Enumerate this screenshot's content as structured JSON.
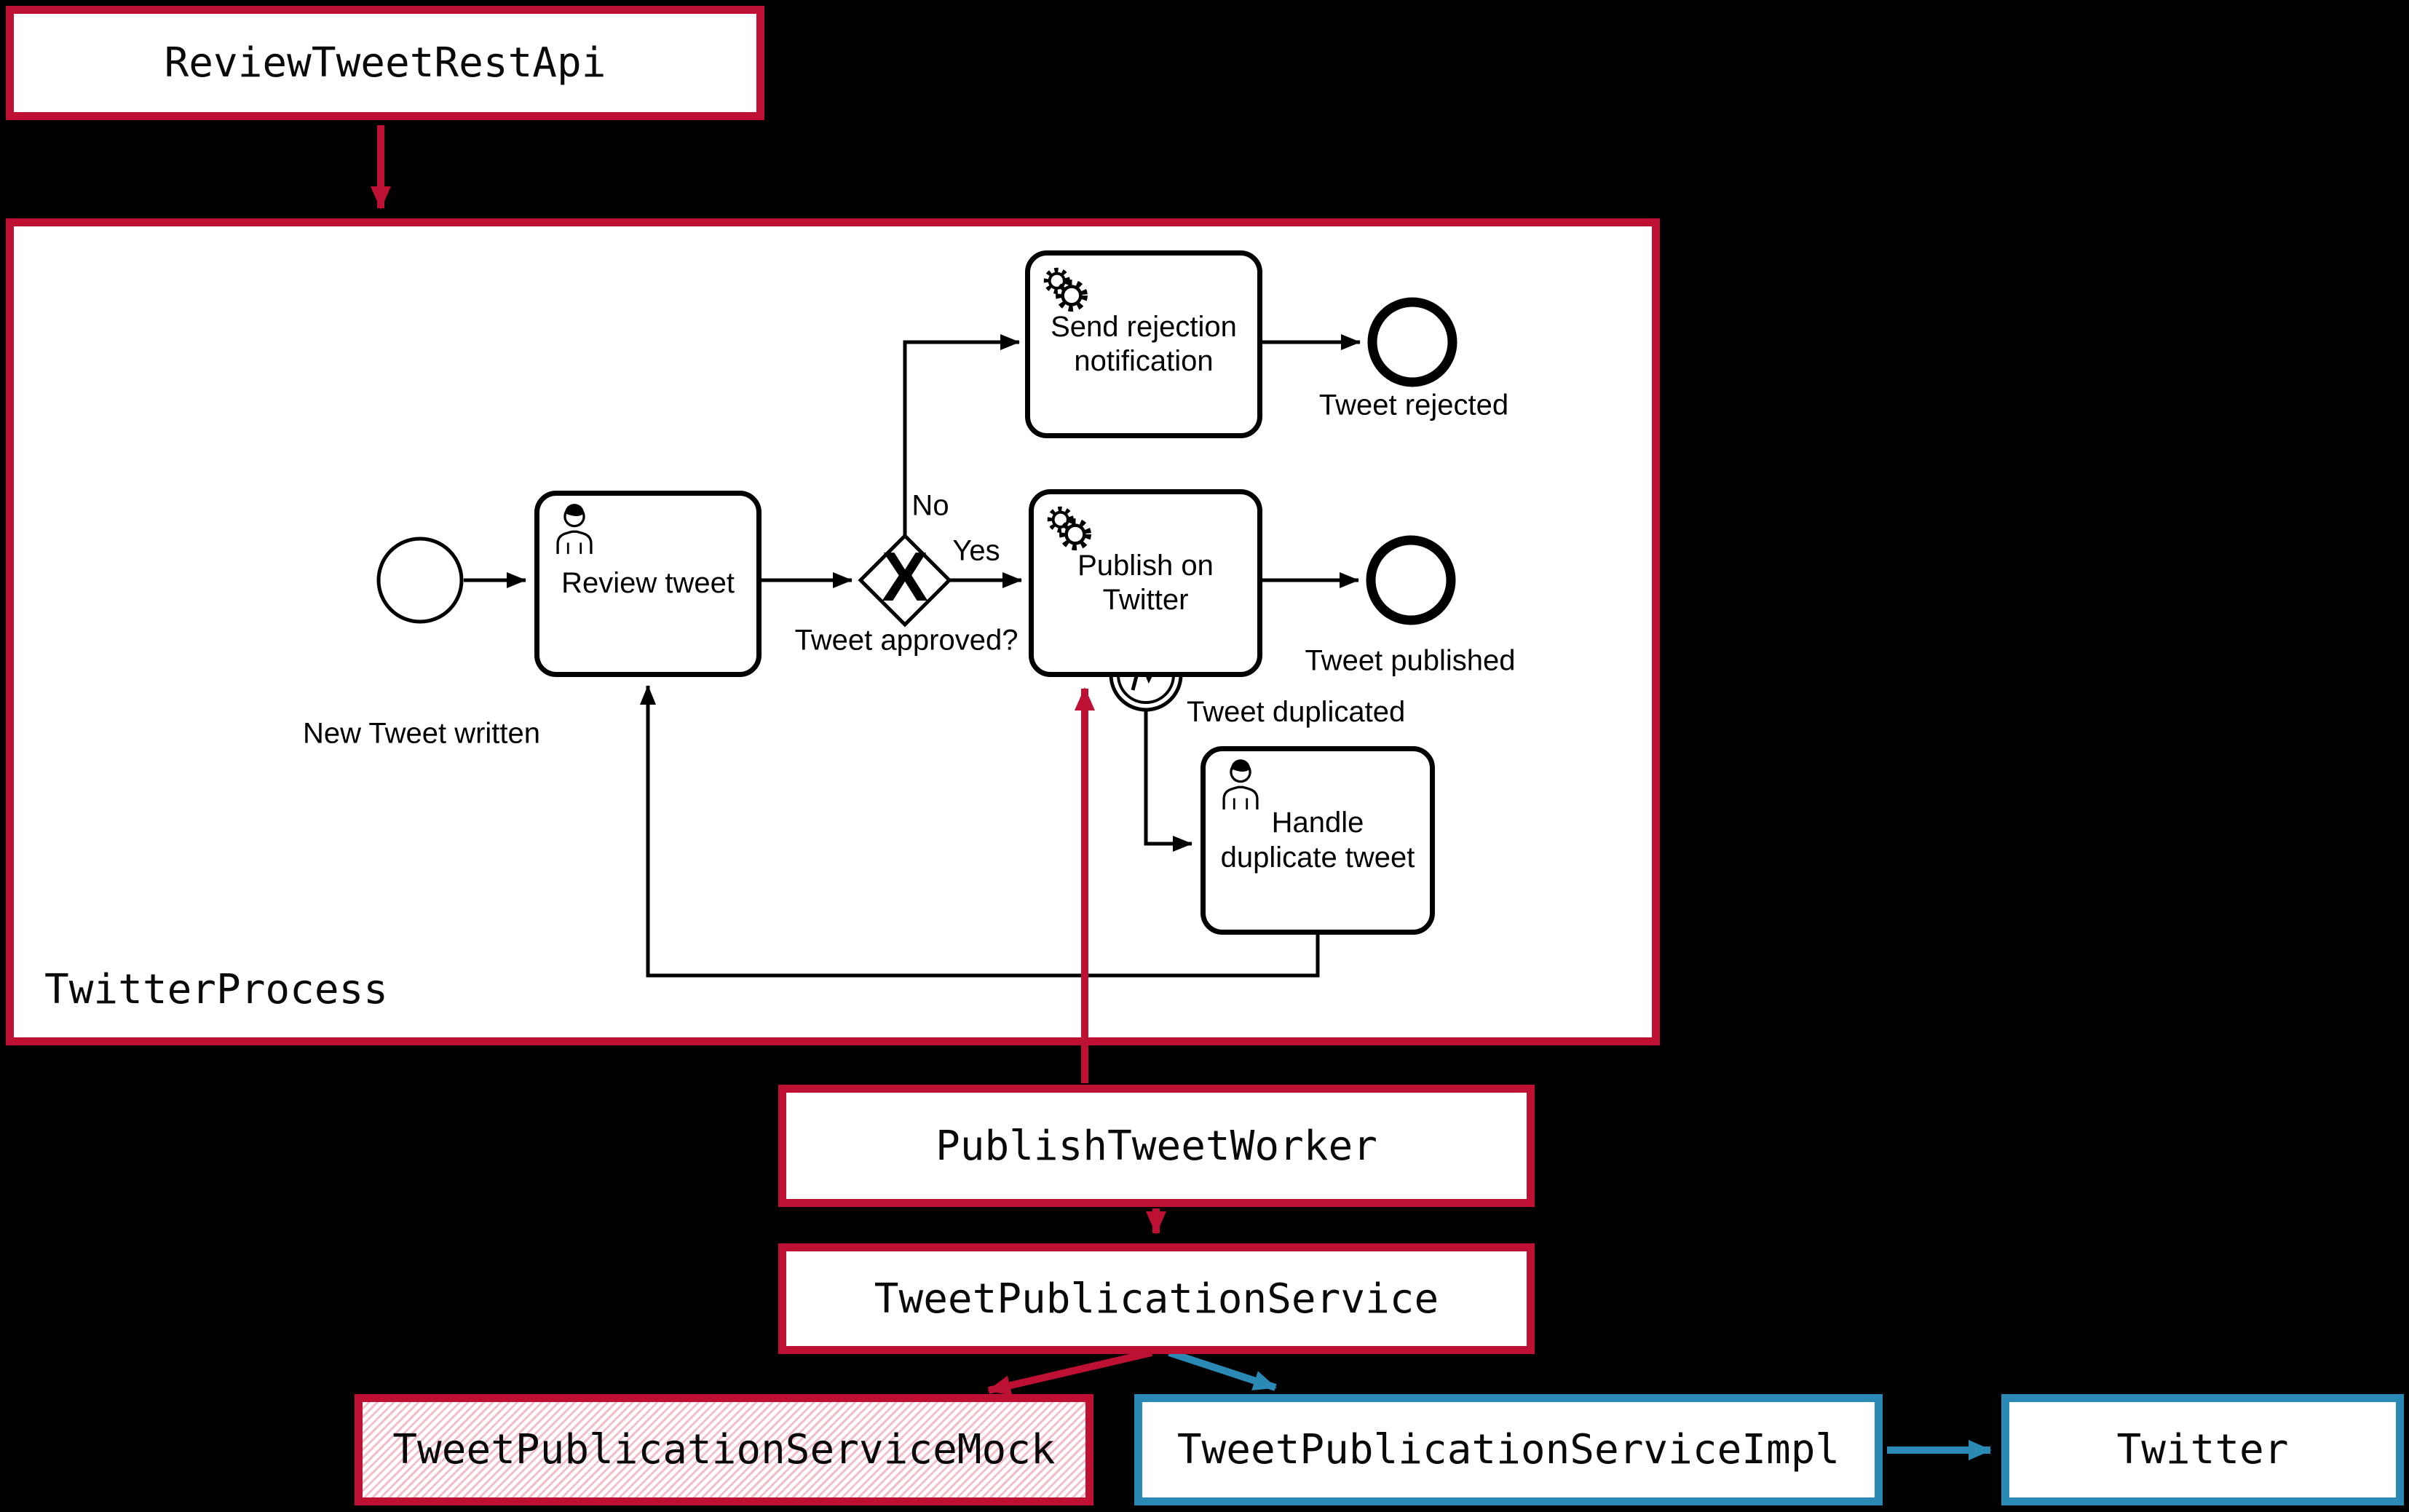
{
  "colors": {
    "accent_red": "#bd1032",
    "accent_blue": "#2a8ab5",
    "hatch_pink": "#f2bfc9",
    "shape_black": "#000000",
    "canvas_background": "#000000",
    "node_background": "#ffffff"
  },
  "architecture": {
    "review_tweet_rest_api": "ReviewTweetRestApi",
    "twitter_process": "TwitterProcess",
    "publish_tweet_worker": "PublishTweetWorker",
    "tweet_publication_service": "TweetPublicationService",
    "tweet_publication_service_mock": "TweetPublicationServiceMock",
    "tweet_publication_service_impl": "TweetPublicationServiceImpl",
    "twitter": "Twitter"
  },
  "bpmn": {
    "start_event_label": "New Tweet written",
    "review_task_label": "Review tweet",
    "gateway_label": "Tweet approved?",
    "gateway_glyph": "X",
    "no_branch_label": "No",
    "yes_branch_label": "Yes",
    "send_rejection_task_label": "Send rejection notification",
    "rejected_end_label": "Tweet rejected",
    "publish_task_label": "Publish on Twitter",
    "published_end_label": "Tweet published",
    "boundary_event_label": "Tweet duplicated",
    "handle_duplicate_task_label": "Handle duplicate tweet"
  }
}
